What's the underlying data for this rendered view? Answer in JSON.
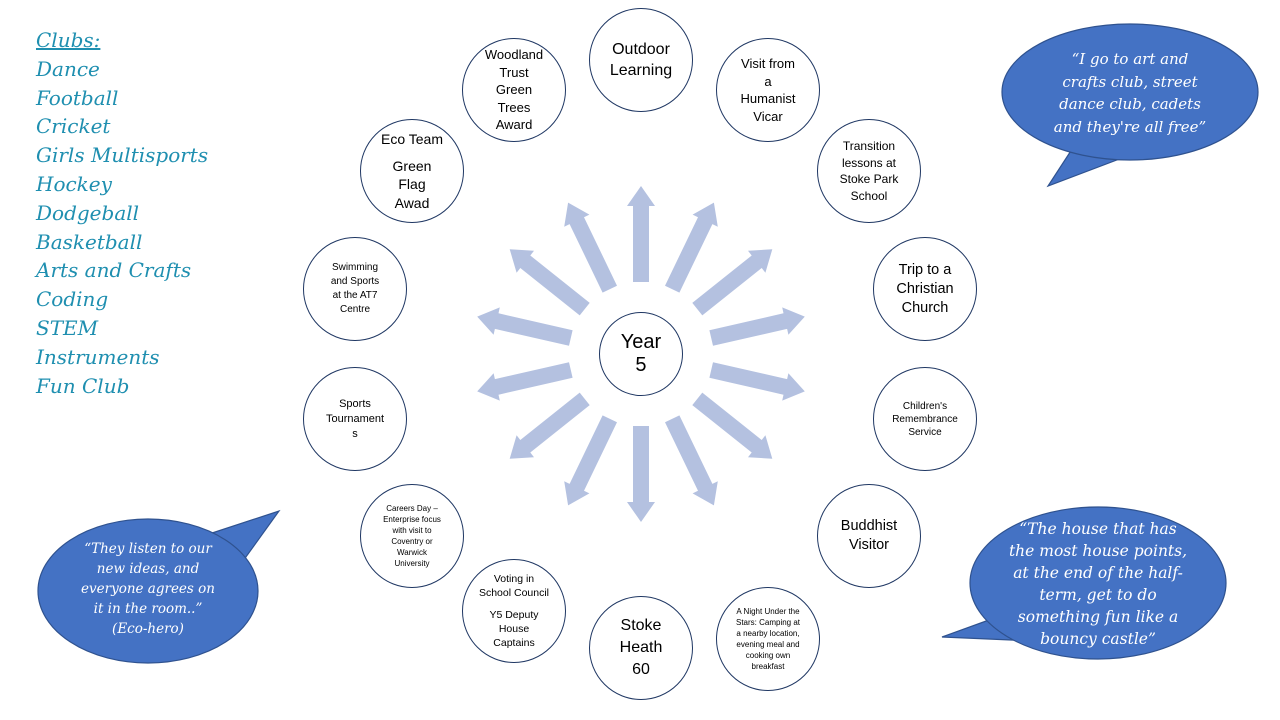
{
  "clubs": {
    "title": "Clubs:",
    "items": [
      "Dance",
      "Football",
      "Cricket",
      "Girls Multisports",
      "Hockey",
      "Dodgeball",
      "Basketball",
      "Arts and Crafts",
      "Coding",
      "STEM",
      "Instruments",
      "Fun Club"
    ]
  },
  "center": {
    "lines": [
      "Year",
      "5"
    ]
  },
  "nodes": [
    {
      "id": "outdoor-learning",
      "lines": [
        "Outdoor",
        "Learning"
      ]
    },
    {
      "id": "humanist-vicar",
      "lines": [
        "Visit from",
        "a",
        "Humanist",
        "Vicar"
      ]
    },
    {
      "id": "transition-lessons",
      "lines": [
        "Transition",
        "lessons at",
        "Stoke Park",
        "School"
      ]
    },
    {
      "id": "christian-church",
      "lines": [
        "Trip to a",
        "Christian",
        "Church"
      ]
    },
    {
      "id": "remembrance-service",
      "lines": [
        "Children's",
        "Remembrance",
        "Service"
      ]
    },
    {
      "id": "buddhist-visitor",
      "lines": [
        "Buddhist",
        "Visitor"
      ]
    },
    {
      "id": "night-under-stars",
      "lines": [
        "A Night Under the",
        "Stars: Camping at",
        "a nearby location,",
        "evening meal and",
        "cooking own",
        "breakfast"
      ]
    },
    {
      "id": "stoke-heath-60",
      "lines": [
        "Stoke",
        "Heath",
        "60"
      ]
    },
    {
      "id": "school-council",
      "lines": [
        "Voting in",
        "School Council",
        "",
        "Y5 Deputy",
        "House",
        "Captains"
      ]
    },
    {
      "id": "careers-day",
      "lines": [
        "Careers Day –",
        "Enterprise focus",
        "with visit to",
        "Coventry or",
        "Warwick",
        "University"
      ]
    },
    {
      "id": "sports-tournaments",
      "lines": [
        "Sports",
        "Tournament",
        "s"
      ]
    },
    {
      "id": "swimming-sports",
      "lines": [
        "Swimming",
        "and Sports",
        "at the AT7",
        "Centre"
      ]
    },
    {
      "id": "eco-team",
      "lines": [
        "Eco Team",
        "",
        "Green",
        "Flag",
        "Awad"
      ]
    },
    {
      "id": "woodland-trust",
      "lines": [
        "Woodland",
        "Trust",
        "Green",
        "Trees",
        "Award"
      ]
    }
  ],
  "bubbles": [
    {
      "id": "art-crafts-quote",
      "lines": [
        "“I go to art and",
        "crafts club, street",
        "dance club, cadets",
        "and they're all free”"
      ]
    },
    {
      "id": "house-points-quote",
      "lines": [
        "“The house that has",
        "the most house points,",
        "at the end of the half-",
        "term, get to do",
        "something fun  like a",
        "bouncy castle”"
      ]
    },
    {
      "id": "eco-hero-quote",
      "lines": [
        "“They listen to our",
        "new ideas, and",
        "everyone agrees on",
        "it in the room..”",
        "(Eco-hero)"
      ]
    }
  ],
  "colors": {
    "circle_border": "#1f3763",
    "arrow_fill": "#b4c1e0",
    "bubble_fill": "#4472c4",
    "bubble_border": "#2f528f",
    "clubs_text": "#1f8fb0"
  }
}
